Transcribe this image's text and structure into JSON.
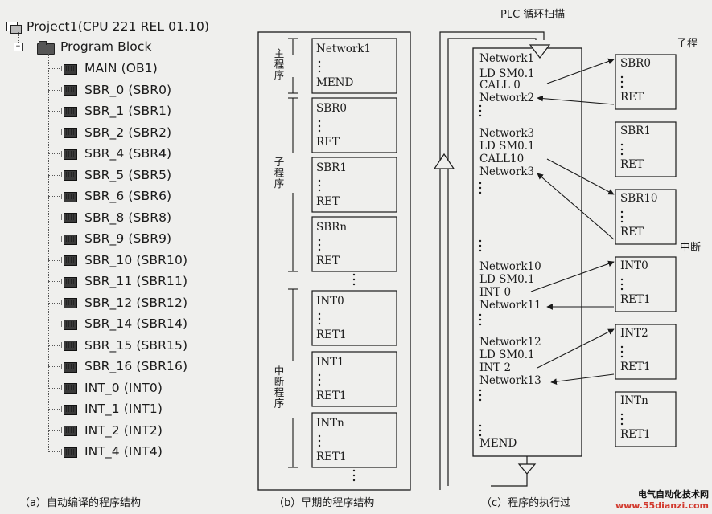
{
  "tree": {
    "project": "Project1(CPU 221 REL 01.10)",
    "folder": "Program Block",
    "items": [
      "MAIN (OB1)",
      "SBR_0 (SBR0)",
      "SBR_1 (SBR1)",
      "SBR_2 (SBR2)",
      "SBR_4 (SBR4)",
      "SBR_5 (SBR5)",
      "SBR_6 (SBR6)",
      "SBR_8 (SBR8)",
      "SBR_9 (SBR9)",
      "SBR_10 (SBR10)",
      "SBR_11 (SBR11)",
      "SBR_12 (SBR12)",
      "SBR_14 (SBR14)",
      "SBR_15 (SBR15)",
      "SBR_16 (SBR16)",
      "INT_0 (INT0)",
      "INT_1 (INT1)",
      "INT_2 (INT2)",
      "INT_4 (INT4)"
    ]
  },
  "early": {
    "main_label": "主程序",
    "sub_label": "子程序",
    "int_label": "中断程序",
    "main_box": [
      "Network1",
      "MEND"
    ],
    "sub_boxes": [
      [
        "SBR0",
        "RET"
      ],
      [
        "SBR1",
        "RET"
      ],
      [
        "SBRn",
        "RET"
      ]
    ],
    "int_boxes": [
      [
        "INT0",
        "RET1"
      ],
      [
        "INT1",
        "RET1"
      ],
      [
        "INTn",
        "RET1"
      ]
    ]
  },
  "flow": {
    "scan_label": "PLC 循环扫描",
    "subprogram_label": "子程",
    "interrupt_label": "中断",
    "main_lines": [
      "Network1",
      "LD SM0.1",
      "CALL 0",
      "Network2",
      "Network3",
      "LD SM0.1",
      "CALL10",
      "Network3",
      "Network10",
      "LD SM0.1",
      "INT 0",
      "Network11",
      "Network12",
      "LD SM0.1",
      "INT 2",
      "Network13",
      "MEND"
    ],
    "sub_boxes": [
      [
        "SBR0",
        "RET"
      ],
      [
        "SBR1",
        "RET"
      ],
      [
        "SBR10",
        "RET"
      ]
    ],
    "int_boxes": [
      [
        "INT0",
        "RET1"
      ],
      [
        "INT2",
        "RET1"
      ],
      [
        "INTn",
        "RET1"
      ]
    ]
  },
  "captions": {
    "a": "（a）自动编译的程序结构",
    "b": "（b）早期的程序结构",
    "c": "（c）程序的执行过"
  },
  "watermark": {
    "site": "电气自动化技术网",
    "url": "www.55dianzi.com"
  },
  "colors": {
    "background": "#efefed",
    "line": "#1a1a1a",
    "watermark_url": "#d23a2e"
  }
}
